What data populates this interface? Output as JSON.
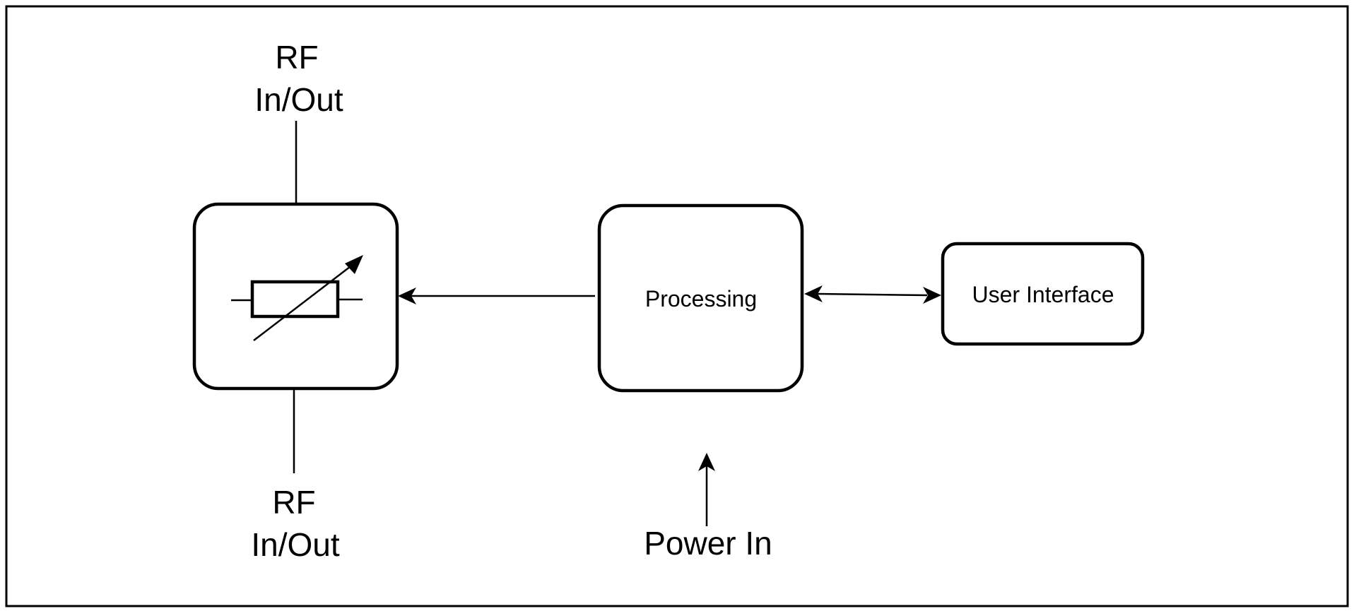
{
  "diagram": {
    "rf_top": {
      "line1": "RF",
      "line2": "In/Out"
    },
    "rf_bottom": {
      "line1": "RF",
      "line2": "In/Out"
    },
    "processing": {
      "label": "Processing"
    },
    "user_interface": {
      "label": "User Interface"
    },
    "power": {
      "label": "Power In"
    }
  }
}
